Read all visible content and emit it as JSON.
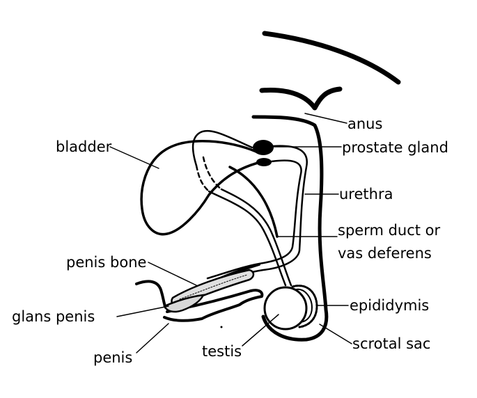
{
  "diagram": {
    "labels": {
      "anus": "anus",
      "prostate_gland": "prostate gland",
      "bladder": "bladder",
      "urethra": "urethra",
      "sperm_duct_line1": "sperm duct or",
      "sperm_duct_line2": "vas deferens",
      "penis_bone": "penis bone",
      "glans_penis": "glans penis",
      "epididymis": "epididymis",
      "penis": "penis",
      "testis": "testis",
      "scrotal_sac": "scrotal sac"
    },
    "colors": {
      "ink": "#000000",
      "background": "#ffffff"
    }
  }
}
